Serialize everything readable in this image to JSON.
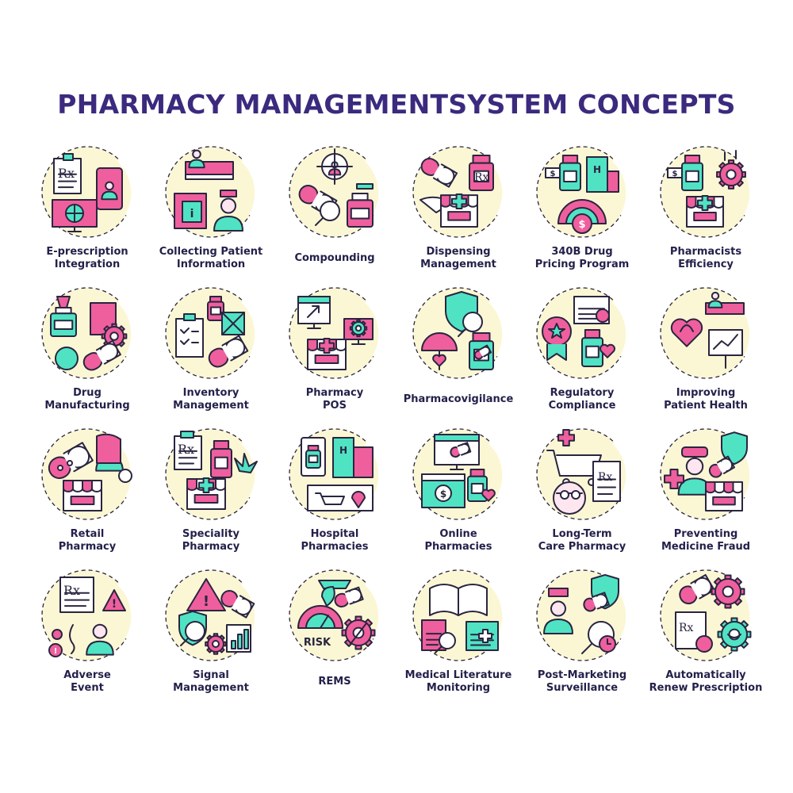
{
  "title": "PHARMACY MANAGEMENTSYSTEM CONCEPTS",
  "colors": {
    "title": "#3b2a7e",
    "pink": "#ef5f9d",
    "teal": "#4fe3c4",
    "cream": "#fbf7d4",
    "outline": "#2a2540"
  },
  "concepts": [
    {
      "lines": [
        "E-prescription",
        "Integration"
      ],
      "icon": "e-prescription-icon"
    },
    {
      "lines": [
        "Collecting Patient",
        "Information"
      ],
      "icon": "patient-info-icon"
    },
    {
      "lines": [
        "Compounding"
      ],
      "icon": "compounding-icon"
    },
    {
      "lines": [
        "Dispensing",
        "Management"
      ],
      "icon": "dispensing-icon"
    },
    {
      "lines": [
        "340B Drug",
        "Pricing Program"
      ],
      "icon": "drug-pricing-icon"
    },
    {
      "lines": [
        "Pharmacists",
        "Efficiency"
      ],
      "icon": "efficiency-icon"
    },
    {
      "lines": [
        "Drug",
        "Manufacturing"
      ],
      "icon": "manufacturing-icon"
    },
    {
      "lines": [
        "Inventory",
        "Management"
      ],
      "icon": "inventory-icon"
    },
    {
      "lines": [
        "Pharmacy",
        "POS"
      ],
      "icon": "pos-icon"
    },
    {
      "lines": [
        "Pharmacovigilance"
      ],
      "icon": "pharmacovigilance-icon"
    },
    {
      "lines": [
        "Regulatory",
        "Compliance"
      ],
      "icon": "compliance-icon"
    },
    {
      "lines": [
        "Improving",
        "Patient Health"
      ],
      "icon": "patient-health-icon"
    },
    {
      "lines": [
        "Retail",
        "Pharmacy"
      ],
      "icon": "retail-pharmacy-icon"
    },
    {
      "lines": [
        "Speciality",
        "Pharmacy"
      ],
      "icon": "speciality-pharmacy-icon"
    },
    {
      "lines": [
        "Hospital",
        "Pharmacies"
      ],
      "icon": "hospital-pharmacy-icon"
    },
    {
      "lines": [
        "Online",
        "Pharmacies"
      ],
      "icon": "online-pharmacy-icon"
    },
    {
      "lines": [
        "Long-Term",
        "Care Pharmacy"
      ],
      "icon": "long-term-care-icon"
    },
    {
      "lines": [
        "Preventing",
        "Medicine Fraud"
      ],
      "icon": "fraud-prevention-icon"
    },
    {
      "lines": [
        "Adverse",
        "Event"
      ],
      "icon": "adverse-event-icon"
    },
    {
      "lines": [
        "Signal",
        "Management"
      ],
      "icon": "signal-management-icon"
    },
    {
      "lines": [
        "REMS"
      ],
      "icon": "rems-icon"
    },
    {
      "lines": [
        "Medical Literature",
        "Monitoring"
      ],
      "icon": "literature-monitoring-icon"
    },
    {
      "lines": [
        "Post-Marketing",
        "Surveillance"
      ],
      "icon": "surveillance-icon"
    },
    {
      "lines": [
        "Automatically",
        "Renew Prescription"
      ],
      "icon": "renew-prescription-icon"
    }
  ],
  "icon_text": {
    "rx": "Rx",
    "dollar": "$",
    "risk": "RISK",
    "hospital": "H",
    "info": "i",
    "alert": "!"
  }
}
